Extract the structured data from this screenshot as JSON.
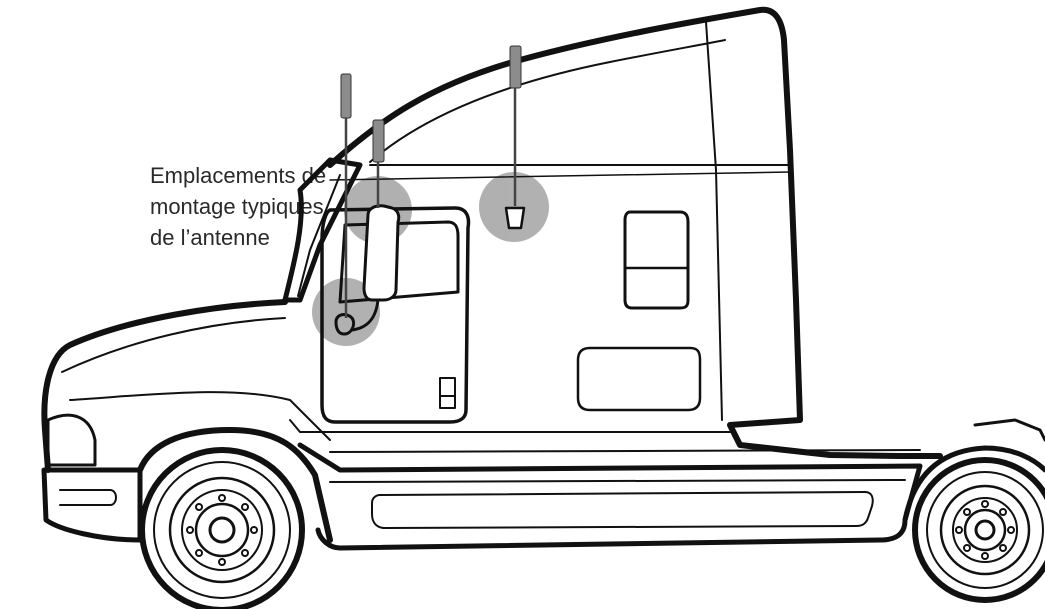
{
  "diagram": {
    "caption_lines": [
      "Emplacements de",
      "montage typiques",
      "de l’antenne"
    ],
    "colors": {
      "outline": "#111111",
      "highlight": "#9e9e9e",
      "antenna": "#8a8a8a",
      "text": "#2a2a2a",
      "background": "#ffffff"
    },
    "icons": [
      "semi-truck-illustration",
      "antenna-icon"
    ],
    "mount_locations_count": 3
  }
}
